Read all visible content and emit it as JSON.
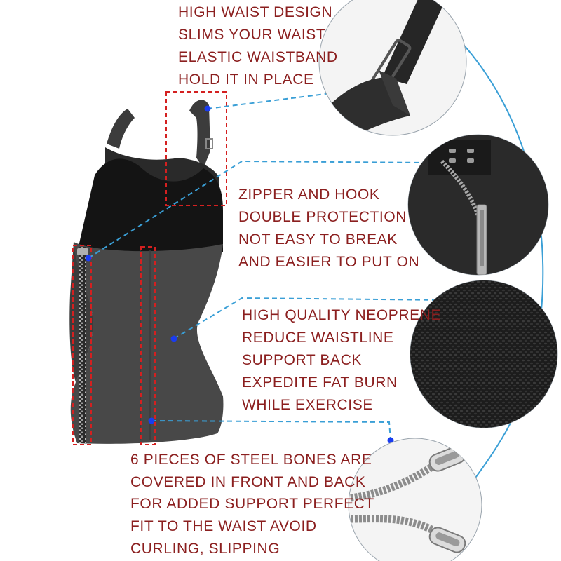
{
  "features": [
    {
      "lines": [
        "HIGH WAIST DESIGN",
        "SLIMS YOUR WAIST",
        "ELASTIC WAISTBAND",
        "HOLD IT IN PLACE"
      ],
      "detail_icon": "strap-buckle-closeup"
    },
    {
      "lines": [
        "ZIPPER AND HOOK",
        "DOUBLE PROTECTION",
        "NOT EASY TO BREAK",
        "AND EASIER TO PUT ON"
      ],
      "detail_icon": "zipper-hook-closeup"
    },
    {
      "lines": [
        "HIGH QUALITY NEOPRENE",
        "REDUCE WAISTLINE",
        "SUPPORT BACK",
        "EXPEDITE FAT BURN",
        "WHILE EXERCISE"
      ],
      "detail_icon": "neoprene-fabric-closeup"
    },
    {
      "lines": [
        "6 PIECES OF STEEL BONES ARE",
        "COVERED IN FRONT AND BACK",
        "FOR ADDED SUPPORT PERFECT",
        "FIT TO THE WAIST AVOID",
        "CURLING, SLIPPING"
      ],
      "detail_icon": "steel-bone-closeup"
    }
  ],
  "colors": {
    "text": "#8b1f1f",
    "highlight_box": "#d42020",
    "leader_line": "#3a9fd6",
    "marker_dot": "#1a3cf0",
    "vest": "#4a4a4a",
    "vest_lining": "#121212"
  }
}
